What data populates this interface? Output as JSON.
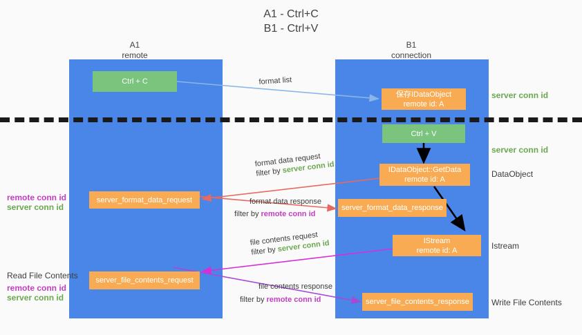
{
  "title": {
    "line1": "A1 - Ctrl+C",
    "line2": "B1 - Ctrl+V"
  },
  "columns": [
    {
      "name": "A1",
      "sub": "remote"
    },
    {
      "name": "B1",
      "sub": "connection"
    }
  ],
  "boxes": {
    "ctrl_c": {
      "line1": "Ctrl + C"
    },
    "ctrl_v": {
      "line1": "Ctrl + V"
    },
    "idataobject_store": {
      "line1": "保存IDataObject",
      "line2": "remote id: A"
    },
    "idataobject_getdata": {
      "line1": "IDataObject::GetData",
      "line2": "remote id: A"
    },
    "istream": {
      "line1": "IStream",
      "line2": "remote id: A"
    },
    "server_format_data_request": {
      "line1": "server_format_data_request"
    },
    "server_format_data_response": {
      "line1": "server_format_data_response"
    },
    "server_file_contents_request": {
      "line1": "server_file_contents_request"
    },
    "server_file_contents_response": {
      "line1": "server_file_contents_response"
    }
  },
  "right_notes": {
    "server_conn_id_1": "server conn id",
    "server_conn_id_2": "server conn id",
    "dataobject": "DataObject",
    "istream": "Istream",
    "write_file_contents": "Write File Contents"
  },
  "left_notes": {
    "remote_conn_id_1": "remote conn id",
    "server_conn_id_1": "server conn id",
    "read_file_contents": "Read File Contents",
    "remote_conn_id_2": "remote conn id",
    "server_conn_id_2": "server conn id"
  },
  "edges": {
    "format_list": {
      "text": "format list"
    },
    "format_data_request": {
      "line1": "format data request",
      "filter_prefix": "filter by ",
      "filter_value": "server conn id"
    },
    "format_data_response": {
      "line1": "format data response",
      "filter_prefix": "filter by ",
      "filter_value": "remote conn id"
    },
    "file_contents_request": {
      "line1": "file contents request",
      "filter_prefix": "filter by ",
      "filter_value": "server conn id"
    },
    "file_contents_response": {
      "line1": "file contents response",
      "filter_prefix": "filter by ",
      "filter_value": "remote conn id"
    }
  },
  "colors": {
    "lane": "#4a86e8",
    "green_box": "#7ac47e",
    "orange_box": "#f9ab53",
    "green_text": "#6aa84f",
    "purple_text": "#c23ec2",
    "arrow_blue": "#8ab6e8",
    "arrow_red": "#e8695f",
    "arrow_magenta": "#d62fd6",
    "arrow_purple": "#a64ad6",
    "arrow_black": "#000000",
    "background": "#fafafa"
  }
}
